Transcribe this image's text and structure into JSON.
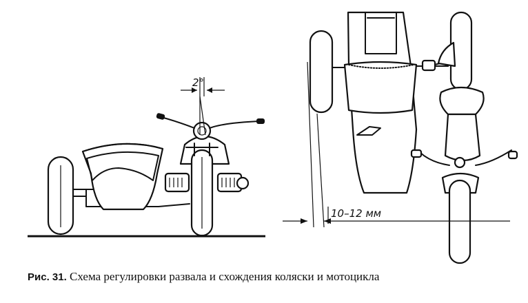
{
  "labels": {
    "camber_angle": "2°",
    "toe_in_distance": "10–12 мм"
  },
  "caption": {
    "figure_number": "Рис. 31.",
    "text": "Схема регулировки развала и схождения коляски и мотоцикла"
  }
}
